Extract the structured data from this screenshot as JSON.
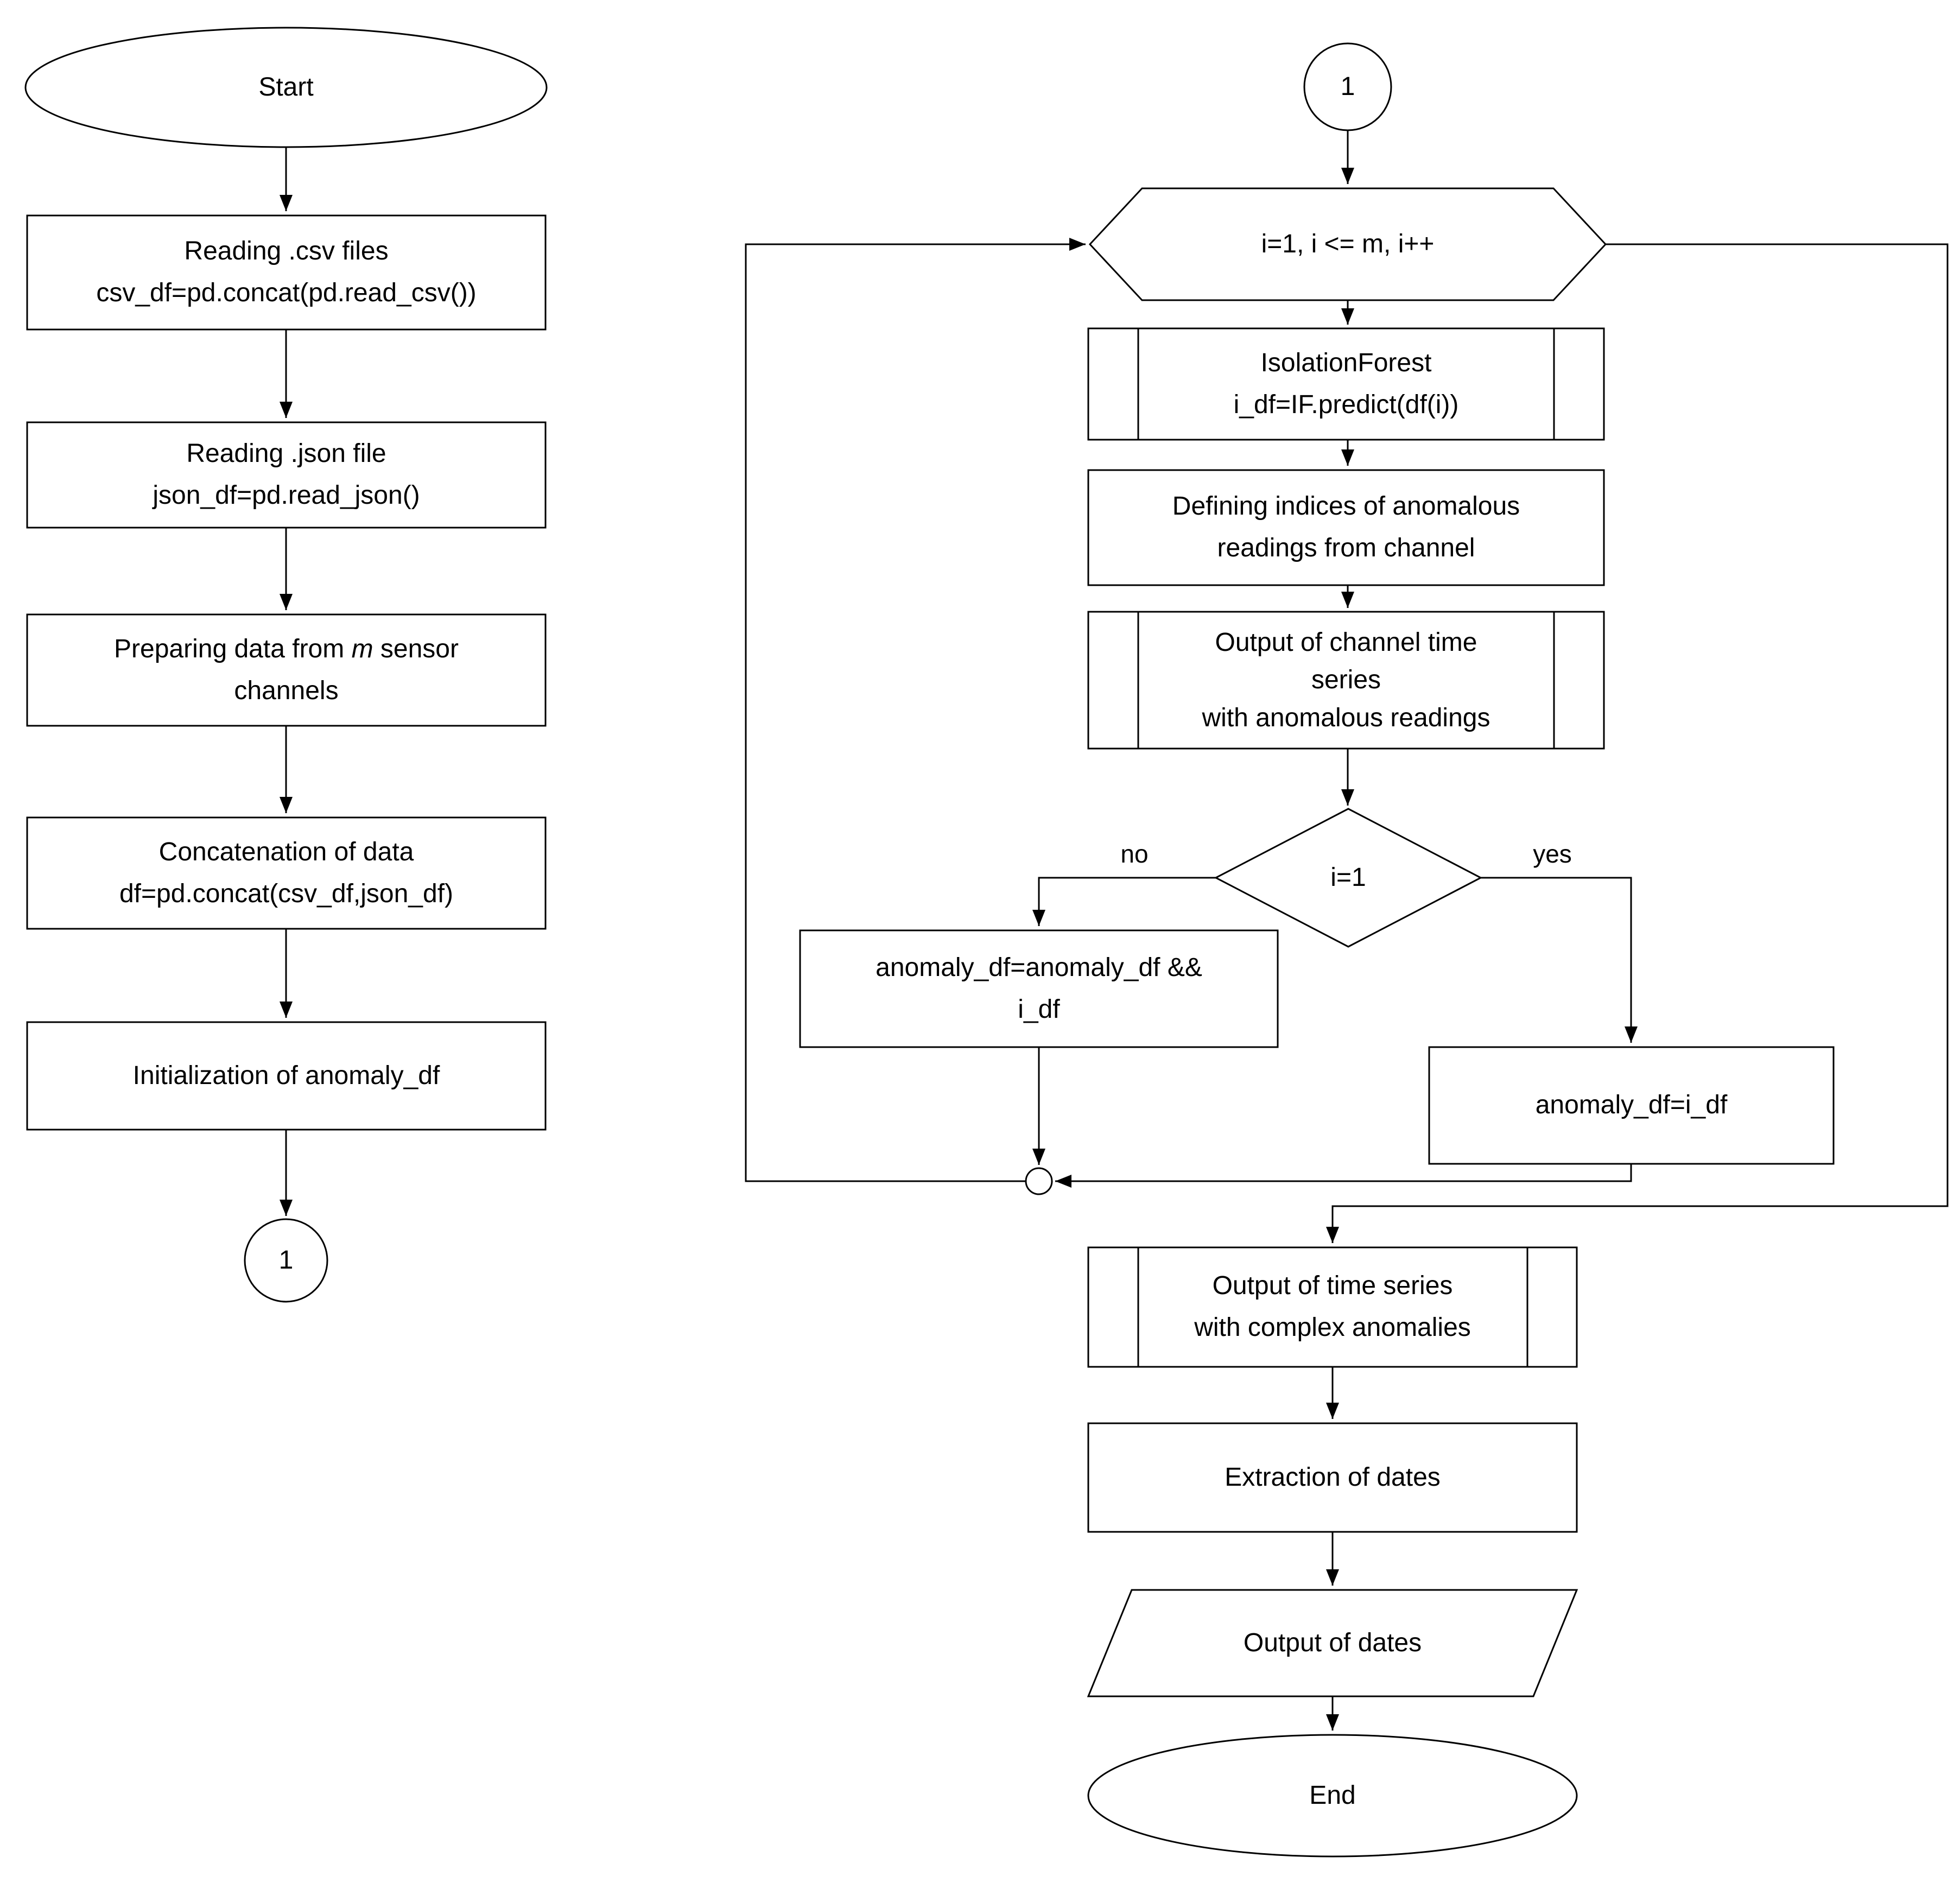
{
  "left": {
    "start": "Start",
    "read_csv": [
      "Reading .csv files",
      "csv_df=pd.concat(pd.read_csv())"
    ],
    "read_json": [
      "Reading .json file",
      "json_df=pd.read_json()"
    ],
    "prepare": {
      "l1a": "Preparing data from ",
      "l1b": "m",
      "l1c": " sensor",
      "l2": "channels"
    },
    "concat": [
      "Concatenation of data",
      "df=pd.concat(csv_df,json_df)"
    ],
    "init": "Initialization of anomaly_df",
    "connector": "1"
  },
  "right": {
    "connector": "1",
    "loop_header": "i=1, i <= m, i++",
    "isolation_forest": [
      "IsolationForest",
      "i_df=IF.predict(df(i))"
    ],
    "defining_indices": [
      "Defining indices of anomalous",
      "readings from channel"
    ],
    "channel_output": [
      "Output of channel time",
      "series",
      "with anomalous readings"
    ],
    "decision": "i=1",
    "no_label": "no",
    "yes_label": "yes",
    "no_branch": [
      "anomaly_df=anomaly_df &&",
      "i_df"
    ],
    "yes_branch": "anomaly_df=i_df",
    "ts_output": [
      "Output of time series",
      "with complex anomalies"
    ],
    "extract_dates": "Extraction of dates",
    "output_dates": "Output of dates",
    "end": "End"
  },
  "style": {
    "stroke": "#000000",
    "fill": "#ffffff"
  }
}
